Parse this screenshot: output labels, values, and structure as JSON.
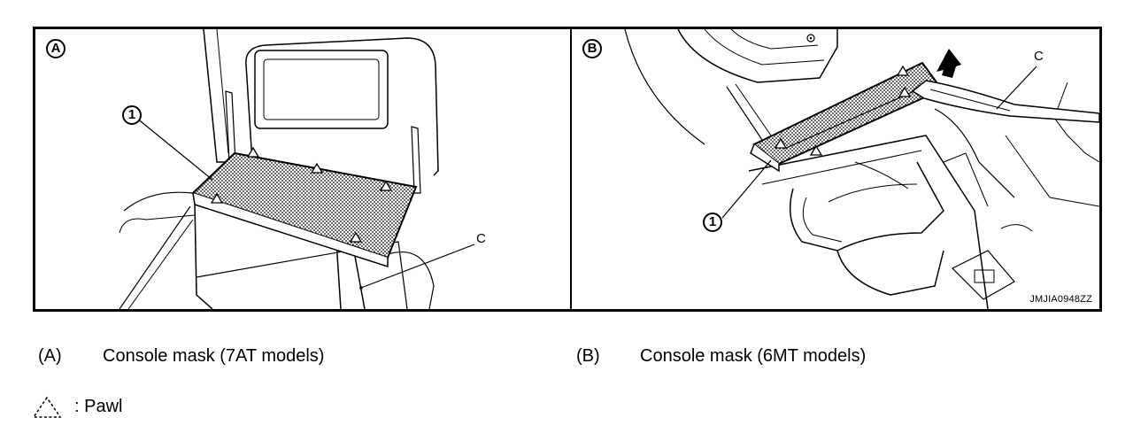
{
  "figure": {
    "figure_id": "JMJIA0948ZZ",
    "panels": [
      {
        "id": "A",
        "callout_number": "1",
        "callout_letter": "C"
      },
      {
        "id": "B",
        "callout_number": "1",
        "callout_letter": "C"
      }
    ]
  },
  "captions": [
    {
      "key": "(A)",
      "text": "Console mask (7AT models)"
    },
    {
      "key": "(B)",
      "text": "Console mask (6MT models)"
    }
  ],
  "legend": {
    "icon": "dashed-triangle-icon",
    "text": ": Pawl"
  }
}
